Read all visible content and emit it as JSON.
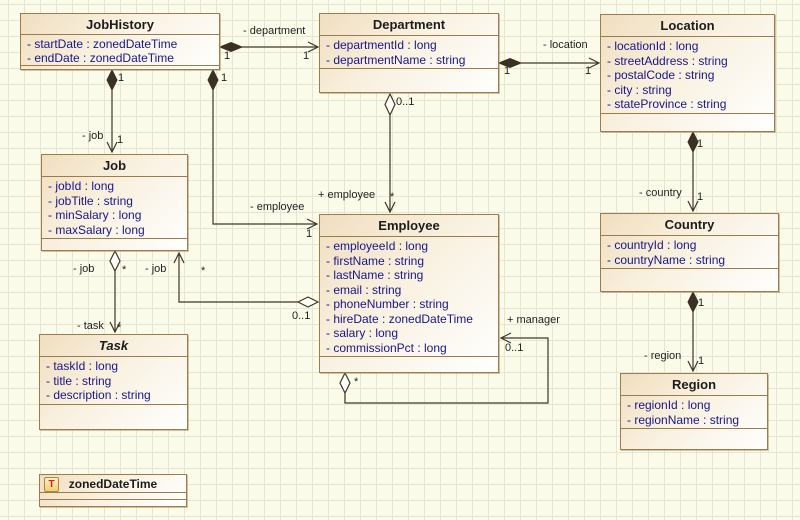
{
  "classes": [
    {
      "name": "JobHistory",
      "attributes": [
        "- startDate : zonedDateTime",
        "- endDate : zonedDateTime"
      ]
    },
    {
      "name": "Department",
      "attributes": [
        "- departmentId : long",
        "- departmentName : string"
      ]
    },
    {
      "name": "Location",
      "attributes": [
        "- locationId : long",
        "- streetAddress : string",
        "- postalCode : string",
        "- city : string",
        "- stateProvince : string"
      ]
    },
    {
      "name": "Job",
      "attributes": [
        "- jobId : long",
        "- jobTitle : string",
        "- minSalary : long",
        "- maxSalary : long"
      ]
    },
    {
      "name": "Employee",
      "attributes": [
        "- employeeId : long",
        "- firstName : string",
        "- lastName : string",
        "- email : string",
        "- phoneNumber : string",
        "- hireDate : zonedDateTime",
        "- salary : long",
        "- commissionPct : long"
      ]
    },
    {
      "name": "Task",
      "attributes": [
        "- taskId : long",
        "- title : string",
        "- description : string"
      ]
    },
    {
      "name": "Country",
      "attributes": [
        "- countryId : long",
        "- countryName : string"
      ]
    },
    {
      "name": "Region",
      "attributes": [
        "- regionId : long",
        "- regionName : string"
      ]
    },
    {
      "name": "zonedDateTime",
      "attributes": [],
      "icon": "T"
    }
  ],
  "edges": {
    "jobhistory_department": {
      "target_label": "- department",
      "source_mult": "1",
      "target_mult": "1"
    },
    "department_location": {
      "target_label": "- location",
      "source_mult": "1",
      "target_mult": "1"
    },
    "department_employee": {
      "target_label": "+ employee",
      "source_mult": "0..1",
      "target_mult": "*"
    },
    "jobhistory_job": {
      "target_label": "- job",
      "source_mult": "1",
      "target_mult": "1"
    },
    "jobhistory_employee": {
      "target_label": "- employee",
      "source_mult": "1",
      "target_mult": "1"
    },
    "job_task": {
      "source_label": "- job",
      "source_mult": "*",
      "target_label": "- task",
      "target_mult": "*"
    },
    "employee_job": {
      "target_label": "- job",
      "source_mult": "0..1",
      "target_mult": "*"
    },
    "employee_manager": {
      "target_label": "+ manager",
      "source_mult": "*",
      "target_mult": "0..1"
    },
    "location_country": {
      "target_label": "- country",
      "source_mult": "1",
      "target_mult": "1"
    },
    "country_region": {
      "target_label": "- region",
      "source_mult": "1",
      "target_mult": "1"
    }
  },
  "colors": {
    "background": "#fbfbe9",
    "grid_line": "#e5e5d4",
    "box_border": "#9b7d4b",
    "box_fill_start": "#f1debf",
    "box_fill_end": "#ffffff",
    "title_text": "#1c1c1c",
    "attribute_text": "#16168c",
    "edge_line": "#40362a",
    "type_icon_letter": "#cc2222"
  }
}
